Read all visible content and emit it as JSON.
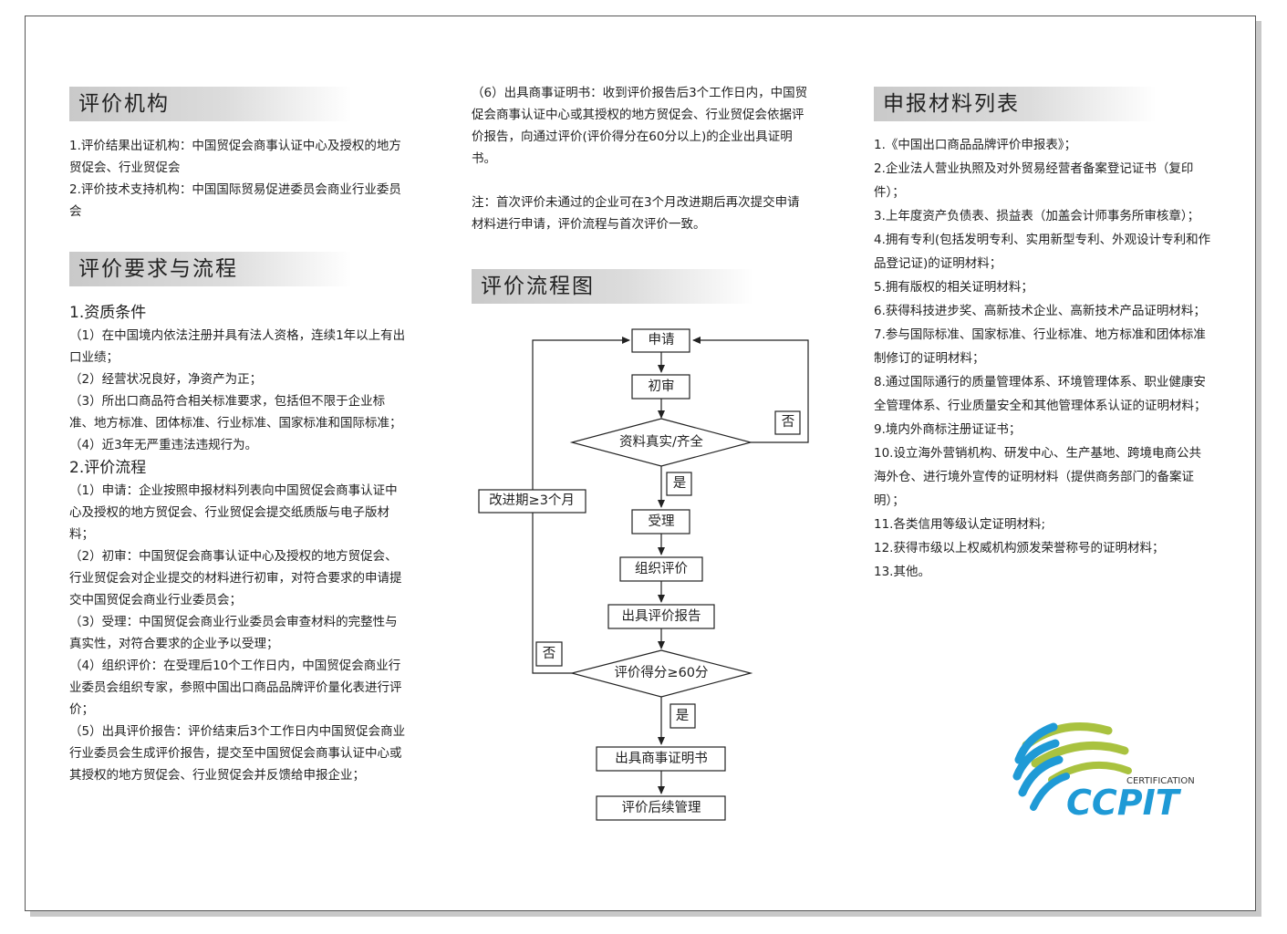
{
  "col1": {
    "heading1": "评价机构",
    "org_items": [
      "1.评价结果出证机构：中国贸促会商事认证中心及授权的地方贸促会、行业贸促会",
      "2.评价技术支持机构：中国国际贸易促进委员会商业行业委员会"
    ],
    "heading2": "评价要求与流程",
    "sub1": "1.资质条件",
    "qual_items": [
      "（1）在中国境内依法注册并具有法人资格，连续1年以上有出口业绩；",
      "（2）经营状况良好，净资产为正；",
      "（3）所出口商品符合相关标准要求，包括但不限于企业标准、地方标准、团体标准、行业标准、国家标准和国际标准；",
      "（4）近3年无严重违法违规行为。"
    ],
    "sub2": "2.评价流程",
    "process_items": [
      "（1）申请：企业按照申报材料列表向中国贸促会商事认证中心及授权的地方贸促会、行业贸促会提交纸质版与电子版材料；",
      "（2）初审：中国贸促会商事认证中心及授权的地方贸促会、行业贸促会对企业提交的材料进行初审，对符合要求的申请提交中国贸促会商业行业委员会；",
      "（3）受理：中国贸促会商业行业委员会审查材料的完整性与真实性，对符合要求的企业予以受理；",
      "（4）组织评价：在受理后10个工作日内，中国贸促会商业行业委员会组织专家，参照中国出口商品品牌评价量化表进行评价；",
      "（5）出具评价报告：评价结束后3个工作日内中国贸促会商业行业委员会生成评价报告，提交至中国贸促会商事认证中心或其授权的地方贸促会、行业贸促会并反馈给申报企业；"
    ]
  },
  "col2": {
    "item6": "（6）出具商事证明书：收到评价报告后3个工作日内，中国贸促会商事认证中心或其授权的地方贸促会、行业贸促会依据评价报告，向通过评价(评价得分在60分以上)的企业出具证明书。",
    "note": "注：首次评价未通过的企业可在3个月改进期后再次提交申请材料进行申请，评价流程与首次评价一致。",
    "heading": "评价流程图",
    "flow": {
      "apply": "申请",
      "initial_review": "初审",
      "docs_check": "资料真实/齐全",
      "no1": "否",
      "yes1": "是",
      "accept": "受理",
      "organize": "组织评价",
      "report": "出具评价报告",
      "score_check": "评价得分≥60分",
      "no2": "否",
      "improve": "改进期≥3个月",
      "yes2": "是",
      "certificate": "出具商事证明书",
      "followup": "评价后续管理"
    }
  },
  "col3": {
    "heading": "申报材料列表",
    "items": [
      "1.《中国出口商品品牌评价申报表》；",
      "2.企业法人营业执照及对外贸易经营者备案登记证书（复印件）；",
      "3.上年度资产负债表、损益表（加盖会计师事务所审核章）；",
      "4.拥有专利(包括发明专利、实用新型专利、外观设计专利和作品登记证)的证明材料；",
      "5.拥有版权的相关证明材料；",
      "6.获得科技进步奖、高新技术企业、高新技术产品证明材料；",
      "7.参与国际标准、国家标准、行业标准、地方标准和团体标准制修订的证明材料；",
      "8.通过国际通行的质量管理体系、环境管理体系、职业健康安全管理体系、行业质量安全和其他管理体系认证的证明材料；",
      "9.境内外商标注册证证书；",
      "10.设立海外营销机构、研发中心、生产基地、跨境电商公共海外仓、进行境外宣传的证明材料（提供商务部门的备案证明）；",
      "11.各类信用等级认定证明材料;",
      "12.获得市级以上权威机构颁发荣誉称号的证明材料；",
      "13.其他。"
    ]
  },
  "logo": {
    "small": "CERTIFICATION",
    "big": "CCPIT",
    "color_blue": "#1f9ad6",
    "color_green": "#a9c23f"
  }
}
